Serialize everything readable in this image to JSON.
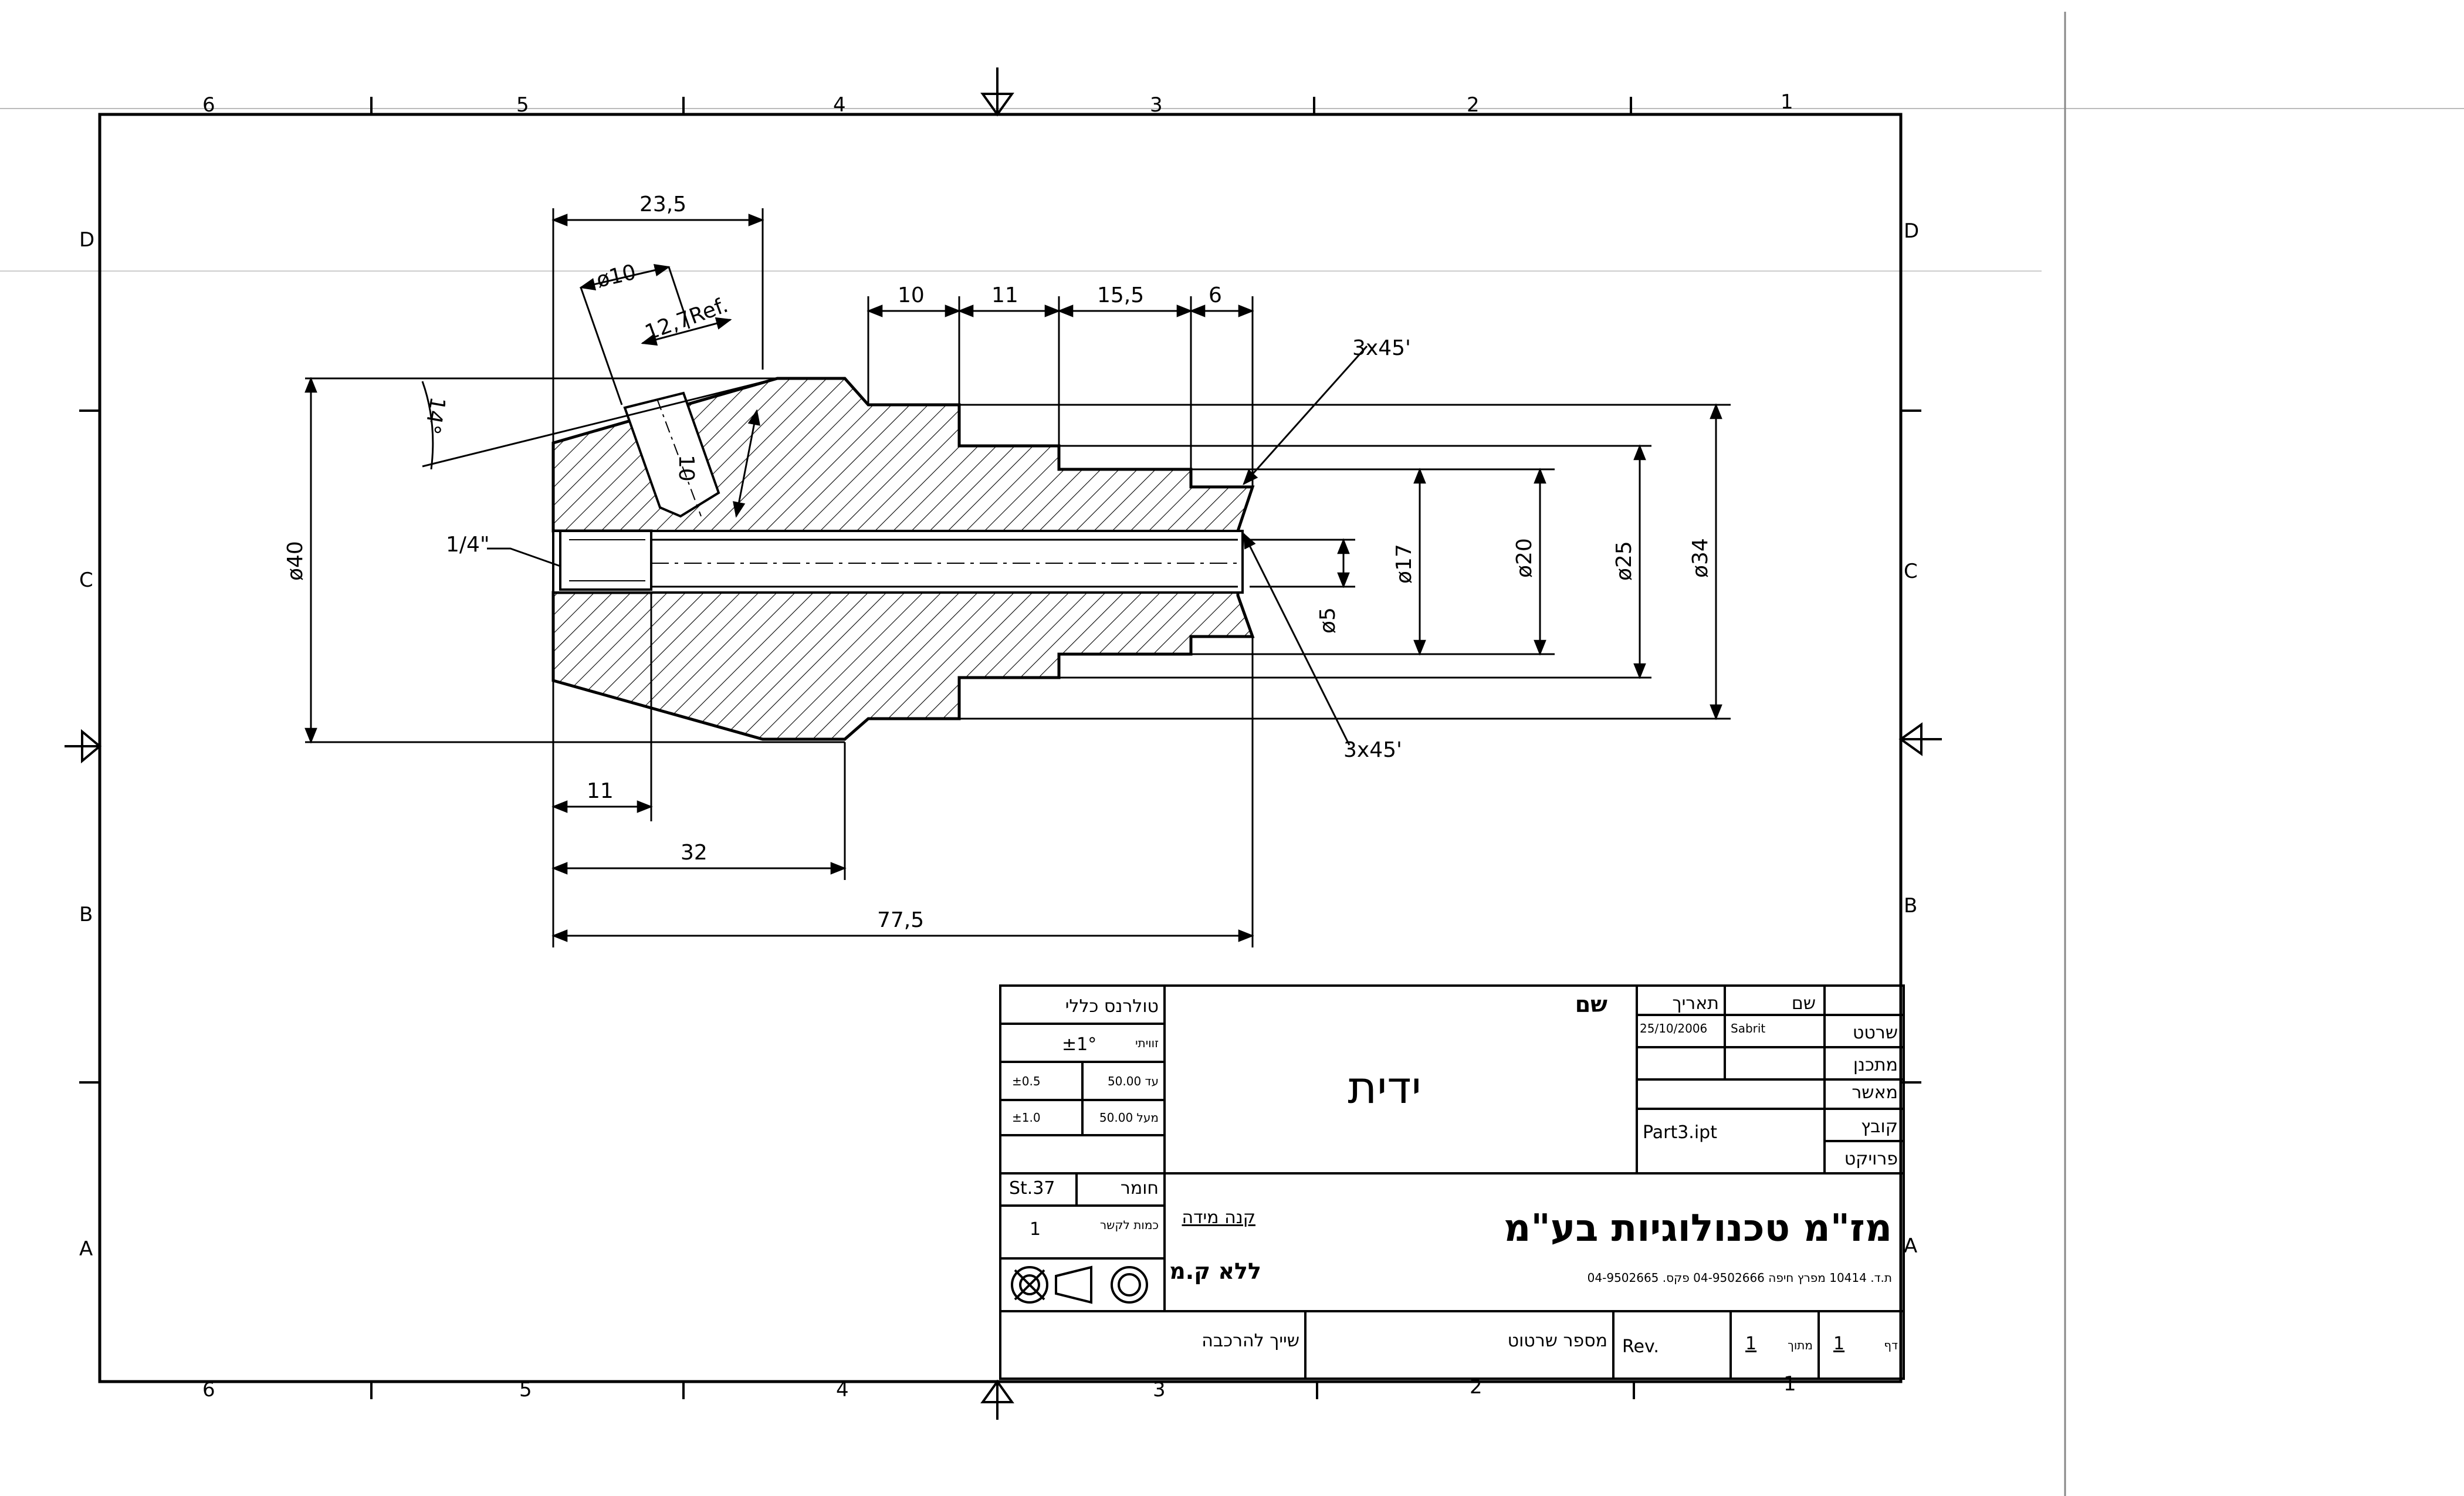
{
  "zones": {
    "columns": [
      "6",
      "5",
      "4",
      "3",
      "2",
      "1"
    ],
    "rows": [
      "D",
      "C",
      "B",
      "A"
    ]
  },
  "dimensions": {
    "len_23_5": "23,5",
    "dia_10": "ø10",
    "ref_12_7": "12,7Ref.",
    "hole_10": "10",
    "angle_14": "14°",
    "len_10": "10",
    "len_11_top": "11",
    "len_15_5": "15,5",
    "len_6": "6",
    "chamfer_top": "3x45'",
    "chamfer_bottom": "3x45'",
    "thread": "1/4\"",
    "dia_40": "ø40",
    "dia_5": "ø5",
    "dia_17": "ø17",
    "dia_20": "ø20",
    "dia_25": "ø25",
    "dia_34": "ø34",
    "len_11_bottom": "11",
    "len_32": "32",
    "len_77_5": "77,5"
  },
  "title_block": {
    "tolerance_header": "טולרנס כללי",
    "angular_label": "זוויתי",
    "angular_value": "±1°",
    "row1_tol": "±0.5",
    "row1_range": "עד 50.00",
    "row2_tol": "±1.0",
    "row2_range": "מעל 50.00",
    "material_value": "St.37",
    "material_label": "חומר",
    "quantity_label": "כמות לקשר",
    "quantity_value": "1",
    "scale_label": "קנה מידה",
    "scale_value": "ללא ק.מ",
    "name_label": "שם",
    "part_name": "ידית",
    "date_header": "תאריך",
    "name_header": "שם",
    "drawn_label": "שרטט",
    "drawn_date": "25/10/2006",
    "drawn_name": "Sabrit",
    "designed_label": "מתכנן",
    "approved_label": "מאשר",
    "file_label": "קובץ",
    "file_value": "Part3.ipt",
    "project_label": "פרויקט",
    "company_name": "מז\"מ טכנולוגיות בע\"מ",
    "company_contact": "ת.ד. 10414 מפרץ חיפה 04-9502666 פקס. 04-9502665",
    "assembly_label": "שייך להרכבה",
    "drawing_number_label": "מספר שרטוט",
    "rev_label": "Rev.",
    "sheet_label": "דף",
    "sheet_value": "1",
    "of_label": "מתוך",
    "of_value": "1"
  }
}
